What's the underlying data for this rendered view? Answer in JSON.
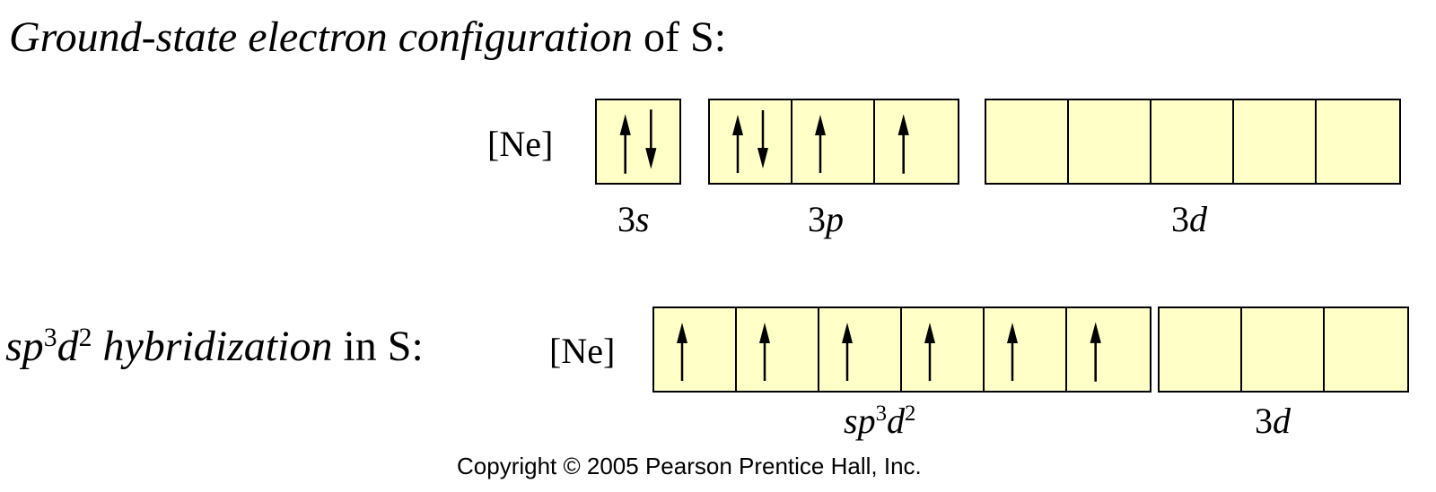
{
  "ground_state": {
    "heading_italic": "Ground-state electron configuration",
    "heading_rest": " of S:",
    "core": "[Ne]",
    "groups": [
      {
        "label_num": "3",
        "label_letter": "s",
        "orbitals": [
          "up-down"
        ]
      },
      {
        "label_num": "3",
        "label_letter": "p",
        "orbitals": [
          "up-down",
          "up",
          "up"
        ]
      },
      {
        "label_num": "3",
        "label_letter": "d",
        "orbitals": [
          "empty",
          "empty",
          "empty",
          "empty",
          "empty"
        ]
      }
    ]
  },
  "hybrid": {
    "heading_sp": "sp",
    "heading_sup1": "3",
    "heading_d": "d",
    "heading_sup2": "2",
    "heading_italic2": " hybridization",
    "heading_rest": " in S:",
    "core": "[Ne]",
    "groups": [
      {
        "label_sp": "sp",
        "label_sup1": "3",
        "label_d": "d",
        "label_sup2": "2",
        "orbitals": [
          "up",
          "up",
          "up",
          "up",
          "up",
          "up"
        ]
      },
      {
        "label_num": "3",
        "label_letter": "d",
        "orbitals": [
          "empty",
          "empty",
          "empty"
        ]
      }
    ]
  },
  "copyright": "Copyright © 2005 Pearson Prentice Hall, Inc.",
  "colors": {
    "orbital_fill": "#ffffc8",
    "line": "#000000"
  }
}
